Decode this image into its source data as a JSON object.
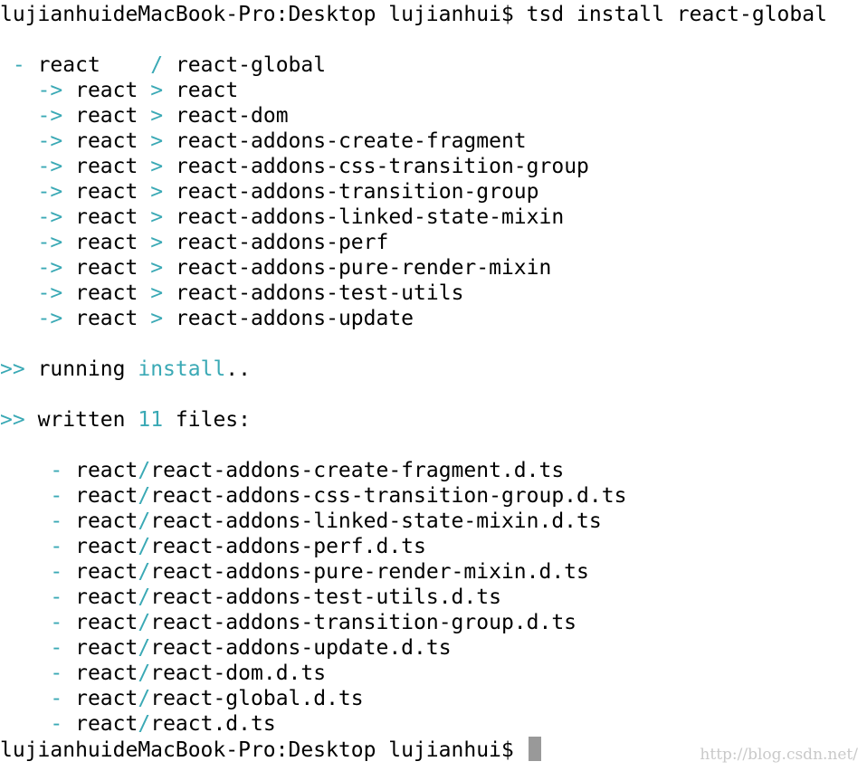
{
  "prompt": "lujianhuideMacBook-Pro:Desktop lujianhui$ ",
  "command": "tsd install react-global",
  "resolve": {
    "dash": "-",
    "name": "react",
    "slash": "/",
    "target": "react-global",
    "arrow": "->",
    "gt": ">",
    "deps": [
      {
        "from": "react",
        "to": "react"
      },
      {
        "from": "react",
        "to": "react-dom"
      },
      {
        "from": "react",
        "to": "react-addons-create-fragment"
      },
      {
        "from": "react",
        "to": "react-addons-css-transition-group"
      },
      {
        "from": "react",
        "to": "react-addons-transition-group"
      },
      {
        "from": "react",
        "to": "react-addons-linked-state-mixin"
      },
      {
        "from": "react",
        "to": "react-addons-perf"
      },
      {
        "from": "react",
        "to": "react-addons-pure-render-mixin"
      },
      {
        "from": "react",
        "to": "react-addons-test-utils"
      },
      {
        "from": "react",
        "to": "react-addons-update"
      }
    ]
  },
  "running": {
    "marker": ">>",
    "text": "running",
    "keyword": "install",
    "suffix": ".."
  },
  "written": {
    "marker": ">>",
    "text": "written",
    "count": "11",
    "suffix": "files:",
    "dash": "-",
    "files": [
      {
        "dir": "react",
        "sep": "/",
        "file": "react-addons-create-fragment.d.ts"
      },
      {
        "dir": "react",
        "sep": "/",
        "file": "react-addons-css-transition-group.d.ts"
      },
      {
        "dir": "react",
        "sep": "/",
        "file": "react-addons-linked-state-mixin.d.ts"
      },
      {
        "dir": "react",
        "sep": "/",
        "file": "react-addons-perf.d.ts"
      },
      {
        "dir": "react",
        "sep": "/",
        "file": "react-addons-pure-render-mixin.d.ts"
      },
      {
        "dir": "react",
        "sep": "/",
        "file": "react-addons-test-utils.d.ts"
      },
      {
        "dir": "react",
        "sep": "/",
        "file": "react-addons-transition-group.d.ts"
      },
      {
        "dir": "react",
        "sep": "/",
        "file": "react-addons-update.d.ts"
      },
      {
        "dir": "react",
        "sep": "/",
        "file": "react-dom.d.ts"
      },
      {
        "dir": "react",
        "sep": "/",
        "file": "react-global.d.ts"
      },
      {
        "dir": "react",
        "sep": "/",
        "file": "react.d.ts"
      }
    ]
  },
  "final_prompt": "lujianhuideMacBook-Pro:Desktop lujianhui$ ",
  "watermark": "http://blog.csdn.net/",
  "colors": {
    "accent": "#3aa9b5",
    "text": "#000000",
    "background": "#ffffff",
    "cursor": "#999999"
  }
}
